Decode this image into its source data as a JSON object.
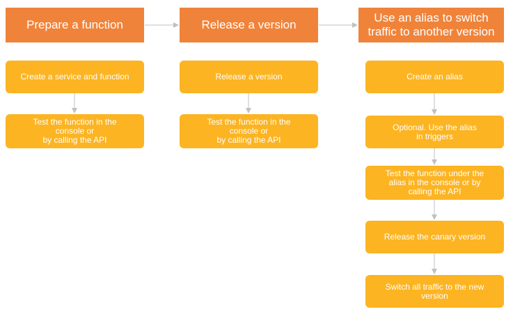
{
  "diagram": {
    "colors": {
      "header": "#f0833a",
      "step": "#fcb422",
      "connector": "#c0c0c0",
      "text": "#ffffff"
    },
    "columns": [
      {
        "header": "Prepare a function",
        "steps": [
          "Create a service and function",
          "Test the function in the\nconsole or\nby calling the API"
        ]
      },
      {
        "header": "Release a version",
        "steps": [
          "Release a version",
          "Test the function in the\nconsole or\nby calling the API"
        ]
      },
      {
        "header": "Use an alias to switch\ntraffic to another version",
        "steps": [
          "Create an alias",
          "Optional. Use the alias\nin triggers",
          "Test the function under the\nalias in the console or by\ncalling the API",
          "Release the canary version",
          "Switch all traffic to the new\nversion"
        ]
      }
    ]
  }
}
